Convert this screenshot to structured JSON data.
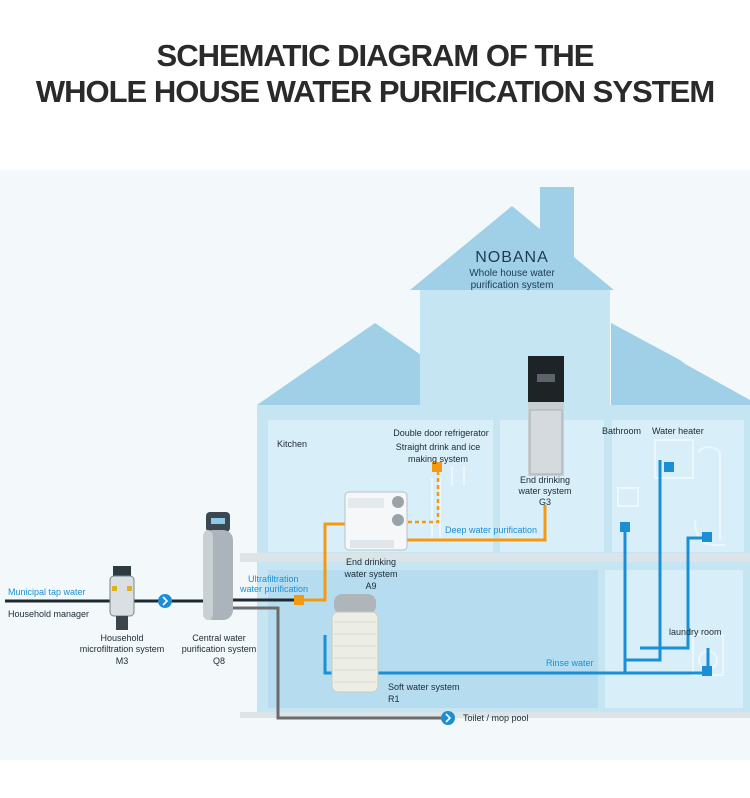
{
  "title": {
    "line1": "SCHEMATIC DIAGRAM OF THE",
    "line2": "WHOLE HOUSE WATER PURIFICATION SYSTEM"
  },
  "brand": {
    "name": "NOBANA",
    "sub1": "Whole house water",
    "sub2": "purification system"
  },
  "rooms": {
    "kitchen": "Kitchen",
    "bathroom": "Bathroom",
    "water_heater": "Water heater",
    "laundry_room": "laundry room"
  },
  "devices": {
    "refrigerator_1": "Double door refrigerator",
    "refrigerator_2": "Straight drink and ice",
    "refrigerator_3": "making system",
    "g3_1": "End drinking",
    "g3_2": "water system",
    "g3_3": "G3",
    "a9_1": "End drinking",
    "a9_2": "water system",
    "a9_3": "A9",
    "m3_1": "Household",
    "m3_2": "microfiltration system",
    "m3_3": "M3",
    "q8_1": "Central water",
    "q8_2": "purification system",
    "q8_3": "Q8",
    "r1_1": "Soft water system",
    "r1_2": "R1"
  },
  "flows": {
    "municipal": "Municipal tap water",
    "household_manager": "Household manager",
    "ultrafiltration_1": "Ultrafiltration",
    "ultrafiltration_2": "water purification",
    "deep": "Deep water purification",
    "rinse": "Rinse water",
    "toilet": "Toilet / mop pool"
  },
  "colors": {
    "house_light": "#d8eef8",
    "house_mid": "#a8d6ec",
    "house_roof": "#9fd0e8",
    "pipe_blue": "#1a8fd6",
    "pipe_orange": "#f29b12",
    "pipe_dark": "#1f2a30",
    "pipe_gray": "#6c6c6c"
  }
}
